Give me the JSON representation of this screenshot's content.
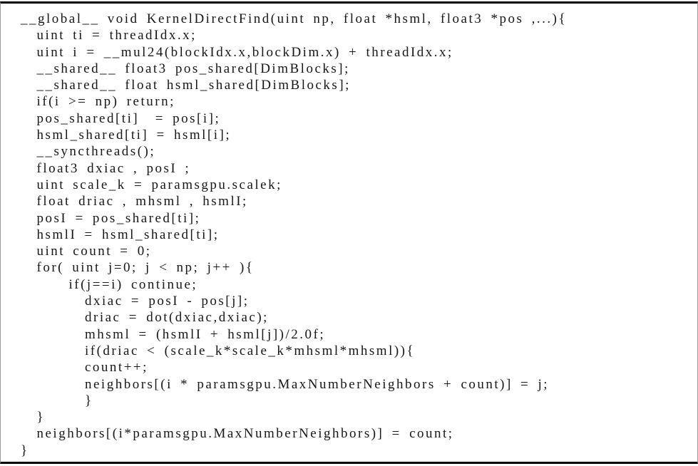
{
  "colors": {
    "page_bg": "#ffffff",
    "text": "#161616",
    "rule": "#000000",
    "side_rule": "#9a9a9a"
  },
  "listing": {
    "lines": [
      "__global__ void KernelDirectFind(uint np, float *hsml, float3 *pos ,...){",
      "  uint ti = threadIdx.x;",
      "  uint i = __mul24(blockIdx.x,blockDim.x) + threadIdx.x;",
      "  __shared__ float3 pos_shared[DimBlocks];",
      "  __shared__ float hsml_shared[DimBlocks];",
      "  if(i >= np) return;",
      "  pos_shared[ti]  = pos[i];",
      "  hsml_shared[ti] = hsml[i];",
      "  __syncthreads();",
      "  float3 dxiac , posI ;",
      "  uint scale_k = paramsgpu.scalek;",
      "  float driac , mhsml , hsmlI;",
      "  posI = pos_shared[ti];",
      "  hsmlI = hsml_shared[ti];",
      "  uint count = 0;",
      "  for( uint j=0; j < np; j++ ){",
      "      if(j==i) continue;",
      "        dxiac = posI - pos[j];",
      "        driac = dot(dxiac,dxiac);",
      "        mhsml = (hsmlI + hsml[j])/2.0f;",
      "        if(driac < (scale_k*scale_k*mhsml*mhsml)){",
      "        count++;",
      "        neighbors[(i * paramsgpu.MaxNumberNeighbors + count)] = j;",
      "        }",
      "  }",
      "  neighbors[(i*paramsgpu.MaxNumberNeighbors)] = count;",
      "}"
    ]
  }
}
